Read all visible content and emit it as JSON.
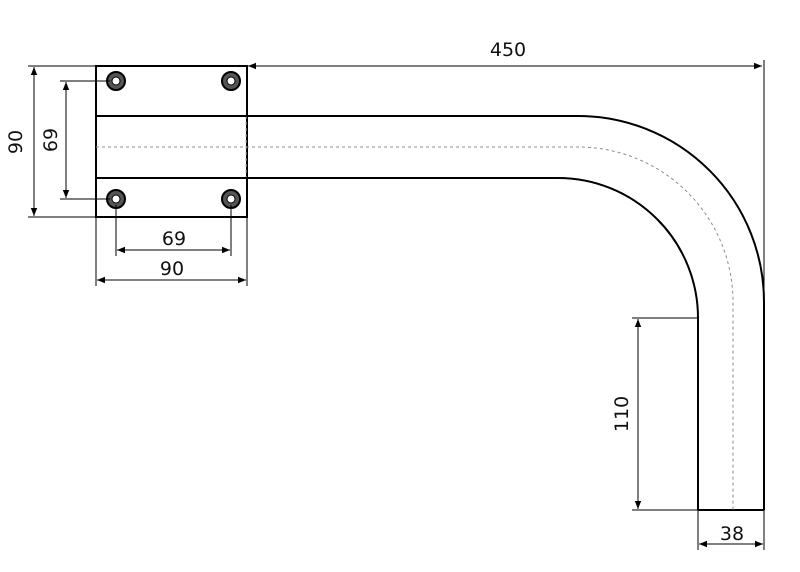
{
  "dimensions": {
    "overall_length": "450",
    "plate_height": "90",
    "hole_spacing_vertical": "69",
    "hole_spacing_horizontal": "69",
    "plate_width": "90",
    "drop_height": "110",
    "tube_diameter": "38"
  },
  "colors": {
    "line": "#000000",
    "centerline": "#8c8c8c",
    "background": "#ffffff"
  }
}
